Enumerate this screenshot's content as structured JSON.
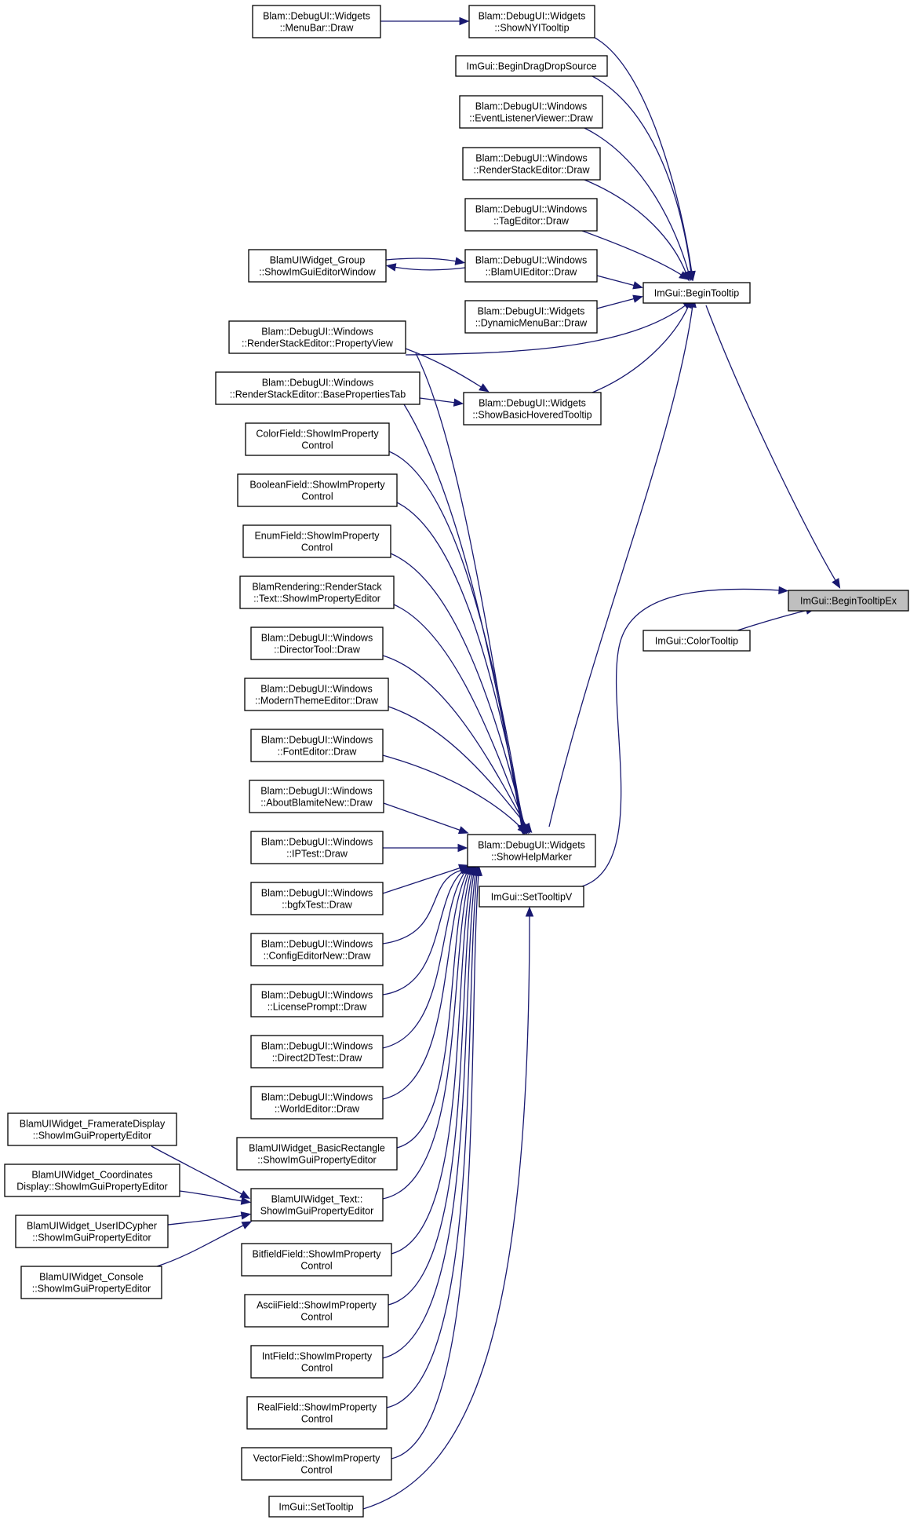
{
  "graph": {
    "title": "",
    "edge_color": "#191970",
    "highlight_color": "#bfbfbf",
    "nodes": {
      "begintooltipex": [
        "ImGui::BeginTooltipEx"
      ],
      "begintooltip": [
        "ImGui::BeginTooltip"
      ],
      "colortooltip": [
        "ImGui::ColorTooltip"
      ],
      "settooltipv": [
        "ImGui::SetTooltipV"
      ],
      "showhelpmarker": [
        "Blam::DebugUI::Widgets",
        "::ShowHelpMarker"
      ],
      "shownyitooltip": [
        "Blam::DebugUI::Widgets",
        "::ShowNYITooltip"
      ],
      "menubar": [
        "Blam::DebugUI::Widgets",
        "::MenuBar::Draw"
      ],
      "begindragdrop": [
        "ImGui::BeginDragDropSource"
      ],
      "eventlistener": [
        "Blam::DebugUI::Windows",
        "::EventListenerViewer::Draw"
      ],
      "rse_draw": [
        "Blam::DebugUI::Windows",
        "::RenderStackEditor::Draw"
      ],
      "tageditor": [
        "Blam::DebugUI::Windows",
        "::TagEditor::Draw"
      ],
      "blamuieditor": [
        "Blam::DebugUI::Windows",
        "::BlamUIEditor::Draw"
      ],
      "showimgui_group": [
        "BlamUIWidget_Group",
        "::ShowImGuiEditorWindow"
      ],
      "dynamicmenubar": [
        "Blam::DebugUI::Widgets",
        "::DynamicMenuBar::Draw"
      ],
      "rse_propview": [
        "Blam::DebugUI::Windows",
        "::RenderStackEditor::PropertyView"
      ],
      "rse_basetab": [
        "Blam::DebugUI::Windows",
        "::RenderStackEditor::BasePropertiesTab"
      ],
      "showbasichovered": [
        "Blam::DebugUI::Widgets",
        "::ShowBasicHoveredTooltip"
      ],
      "colorfield": [
        "ColorField::ShowImProperty",
        "Control"
      ],
      "booleanfield": [
        "BooleanField::ShowImProperty",
        "Control"
      ],
      "enumfield": [
        "EnumField::ShowImProperty",
        "Control"
      ],
      "rstext": [
        "BlamRendering::RenderStack",
        "::Text::ShowImPropertyEditor"
      ],
      "directortool": [
        "Blam::DebugUI::Windows",
        "::DirectorTool::Draw"
      ],
      "moderntheme": [
        "Blam::DebugUI::Windows",
        "::ModernThemeEditor::Draw"
      ],
      "fonteditor": [
        "Blam::DebugUI::Windows",
        "::FontEditor::Draw"
      ],
      "aboutblamite": [
        "Blam::DebugUI::Windows",
        "::AboutBlamiteNew::Draw"
      ],
      "iptest": [
        "Blam::DebugUI::Windows",
        "::IPTest::Draw"
      ],
      "bgfxtest": [
        "Blam::DebugUI::Windows",
        "::bgfxTest::Draw"
      ],
      "configeditor": [
        "Blam::DebugUI::Windows",
        "::ConfigEditorNew::Draw"
      ],
      "licenseprompt": [
        "Blam::DebugUI::Windows",
        "::LicensePrompt::Draw"
      ],
      "direct2d": [
        "Blam::DebugUI::Windows",
        "::Direct2DTest::Draw"
      ],
      "worldeditor": [
        "Blam::DebugUI::Windows",
        "::WorldEditor::Draw"
      ],
      "basicrect": [
        "BlamUIWidget_BasicRectangle",
        "::ShowImGuiPropertyEditor"
      ],
      "uiwidget_text": [
        "BlamUIWidget_Text::",
        "ShowImGuiPropertyEditor"
      ],
      "bitfield": [
        "BitfieldField::ShowImProperty",
        "Control"
      ],
      "asciifield": [
        "AsciiField::ShowImProperty",
        "Control"
      ],
      "intfield": [
        "IntField::ShowImProperty",
        "Control"
      ],
      "realfield": [
        "RealField::ShowImProperty",
        "Control"
      ],
      "vectorfield": [
        "VectorField::ShowImProperty",
        "Control"
      ],
      "settooltip": [
        "ImGui::SetTooltip"
      ],
      "framerate": [
        "BlamUIWidget_FramerateDisplay",
        "::ShowImGuiPropertyEditor"
      ],
      "coordinates": [
        "BlamUIWidget_Coordinates",
        "Display::ShowImGuiPropertyEditor"
      ],
      "useridcypher": [
        "BlamUIWidget_UserIDCypher",
        "::ShowImGuiPropertyEditor"
      ],
      "console": [
        "BlamUIWidget_Console",
        "::ShowImGuiPropertyEditor"
      ]
    }
  }
}
